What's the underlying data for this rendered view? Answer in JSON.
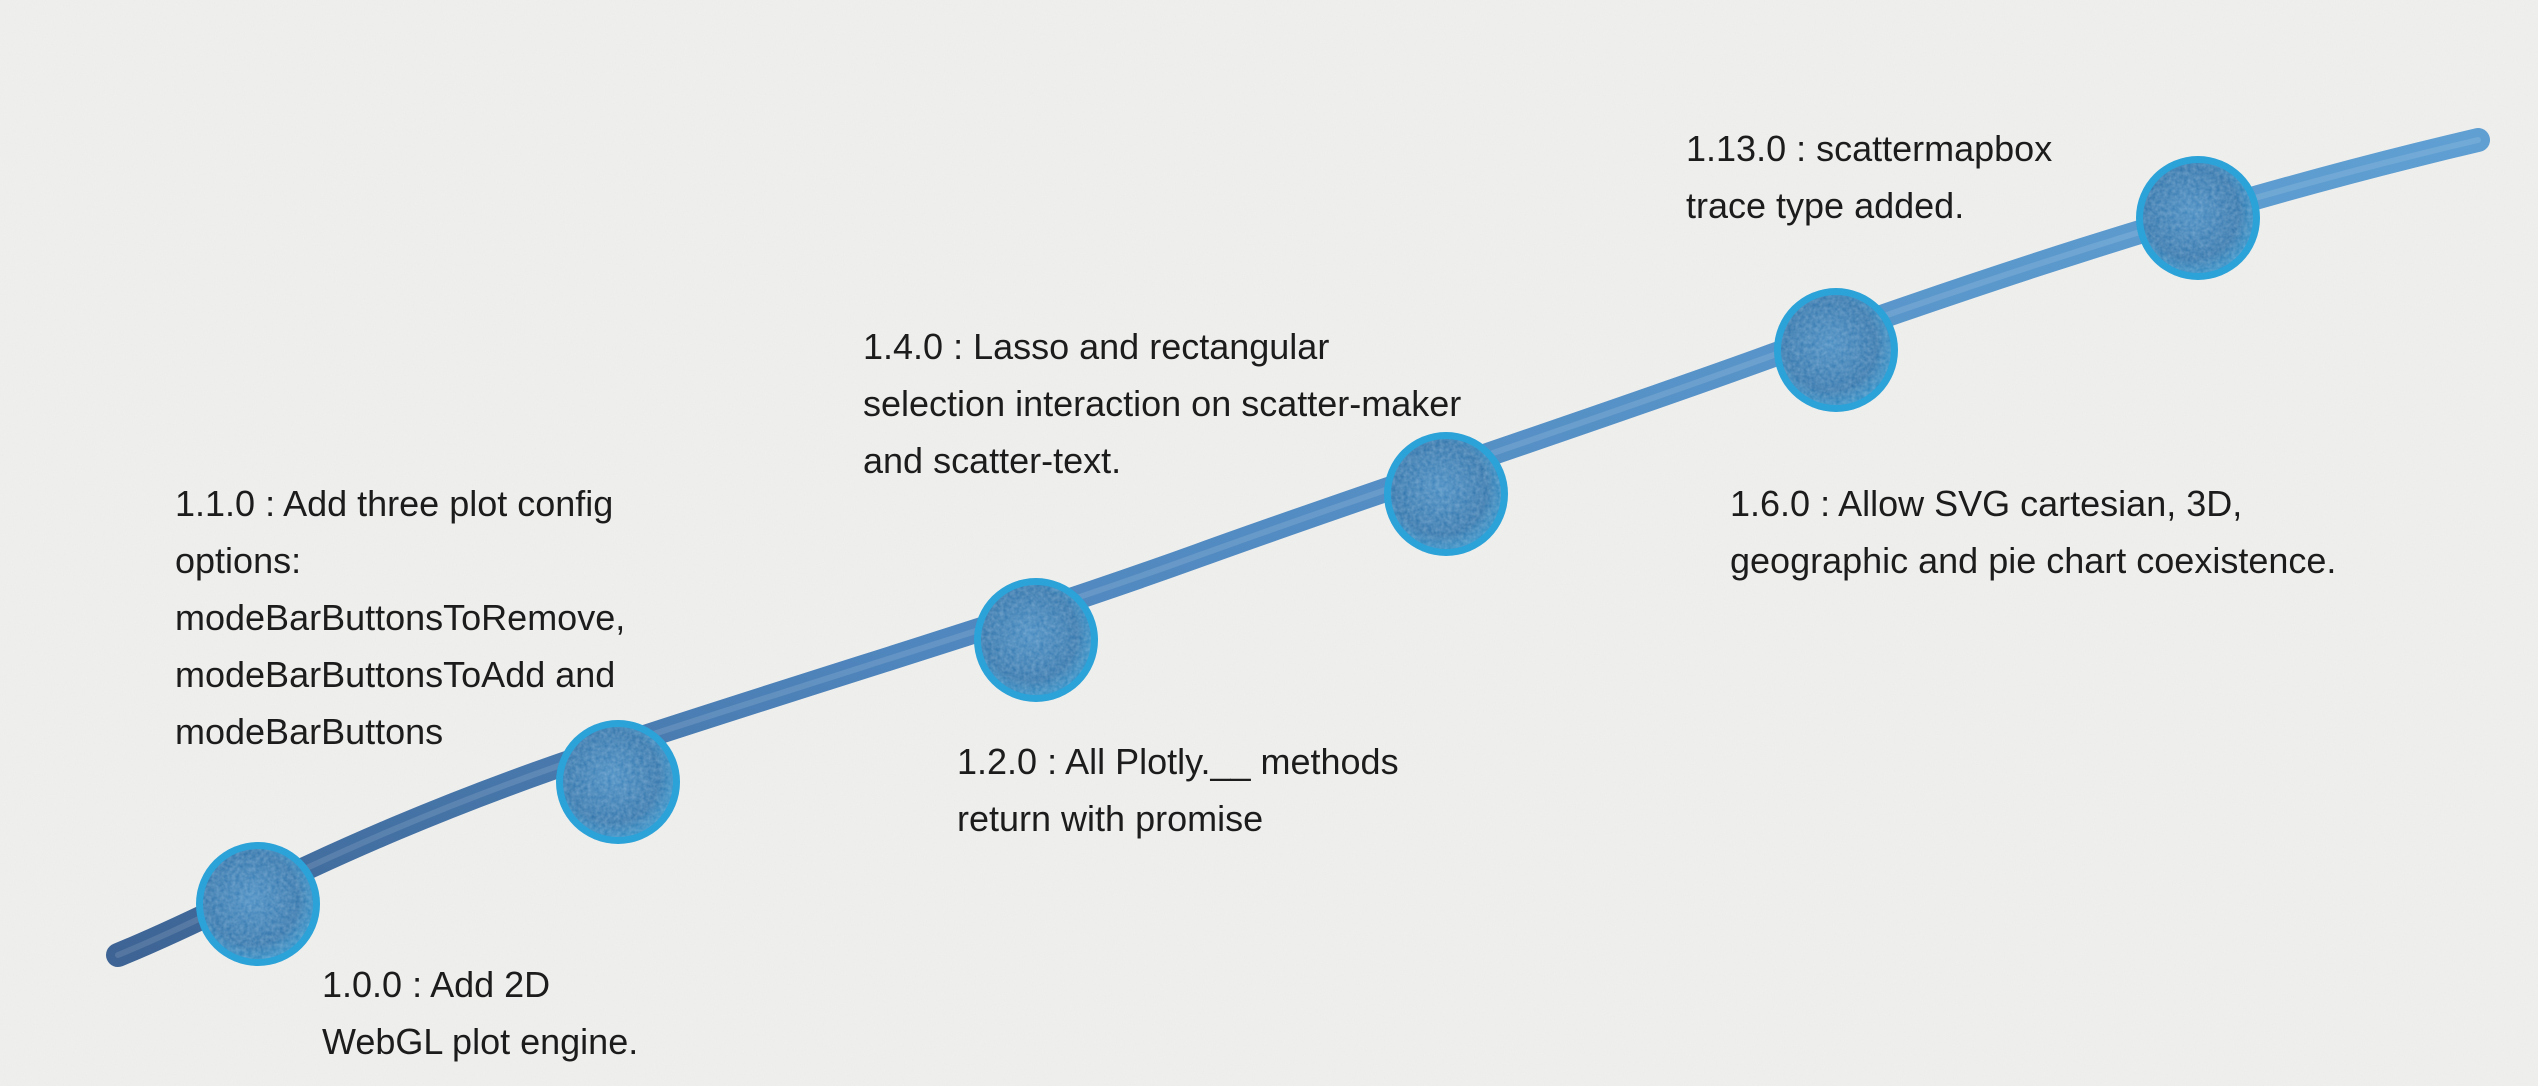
{
  "colors": {
    "background": "#f1f1ef",
    "stroke_light": "#5f9fd2",
    "stroke_dark": "#3d6494",
    "node_fill": "#2e78b0",
    "node_ring": "#2ba2d8",
    "text": "#1c1c1c"
  },
  "milestones": [
    {
      "id": "v1-0-0",
      "lines": [
        "1.0.0 : Add 2D",
        "WebGL plot engine."
      ]
    },
    {
      "id": "v1-1-0",
      "lines": [
        "1.1.0 : Add three plot config",
        "options:",
        "modeBarButtonsToRemove,",
        "modeBarButtonsToAdd and",
        "modeBarButtons"
      ]
    },
    {
      "id": "v1-2-0",
      "lines": [
        "1.2.0 : All Plotly.__ methods",
        "return with promise"
      ]
    },
    {
      "id": "v1-4-0",
      "lines": [
        "1.4.0 : Lasso and rectangular",
        "selection interaction on scatter-maker",
        "and scatter-text."
      ]
    },
    {
      "id": "v1-6-0",
      "lines": [
        "1.6.0 : Allow SVG cartesian, 3D,",
        "geographic and pie chart coexistence."
      ]
    },
    {
      "id": "v1-13-0",
      "lines": [
        "1.13.0 : scattermapbox",
        "trace type added."
      ]
    }
  ]
}
